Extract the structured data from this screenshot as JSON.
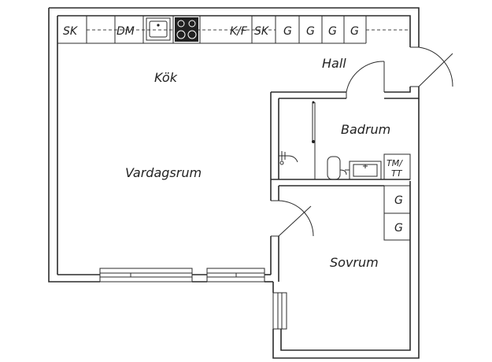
{
  "rooms": {
    "kitchen": "Kök",
    "hall": "Hall",
    "bathroom": "Badrum",
    "living": "Vardagsrum",
    "bedroom": "Sovrum"
  },
  "fixtures": {
    "sk_left": "SK",
    "dm": "DM",
    "kf": "K/F",
    "sk_right": "SK",
    "wardrobe_1": "G",
    "wardrobe_2": "G",
    "wardrobe_3": "G",
    "wardrobe_4": "G",
    "tm": "TM/",
    "tt": "TT",
    "bedroom_wardrobe_1": "G",
    "bedroom_wardrobe_2": "G"
  },
  "colors": {
    "wall": "#2b2b2b",
    "stove": "#222222",
    "background": "#ffffff"
  }
}
